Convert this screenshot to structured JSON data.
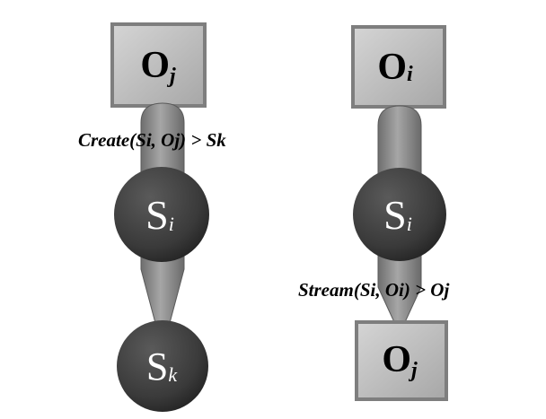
{
  "left": {
    "top_node": {
      "letter": "O",
      "sub": "j"
    },
    "middle_node": {
      "letter": "S",
      "sub": "i"
    },
    "bottom_node": {
      "letter": "S",
      "sub": "k"
    },
    "label": "Create(Si, Oj) > Sk"
  },
  "right": {
    "top_node": {
      "letter": "O",
      "sub": "i"
    },
    "middle_node": {
      "letter": "S",
      "sub": "i"
    },
    "bottom_node": {
      "letter": "O",
      "sub": "j"
    },
    "label": "Stream(Si, Oi) > Oj"
  },
  "colors": {
    "square_face": "#bdbdbd",
    "square_edge": "#8a8a8a",
    "circle_fill": "#3d3d3d",
    "arrow_fill": "#8c8c8c",
    "text_dark": "#000000",
    "text_light": "#ffffff"
  }
}
